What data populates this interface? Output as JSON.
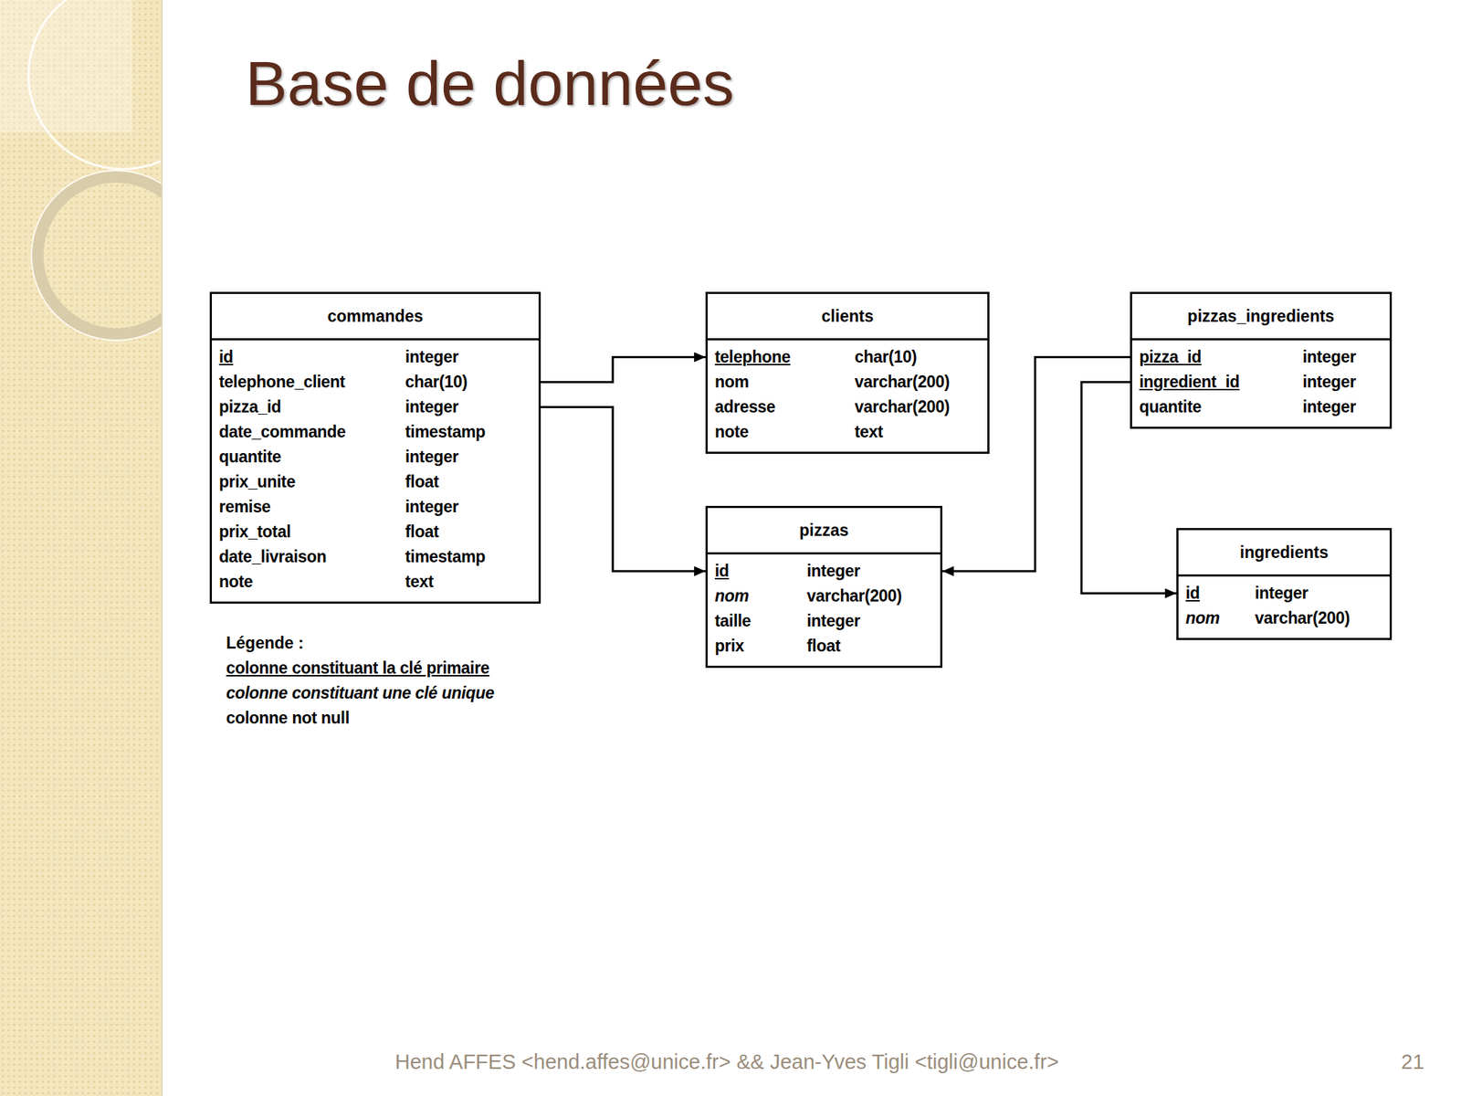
{
  "diagram": {
    "title": "Base de données",
    "nodes": [
      {
        "text": [
          "commandes",
          "id",
          "integer",
          "telephone_client",
          "char(10)",
          "pizza_id",
          "integer",
          "date_commande",
          "timestamp",
          "quantite",
          "integer",
          "prix_unite",
          "float",
          "remise",
          "integer",
          "prix_total",
          "float",
          "date_livraison",
          "timestamp",
          "note",
          "text"
        ]
      },
      {
        "text": [
          "clients",
          "telephone",
          "char(10)",
          "nom",
          "varchar(200)",
          "adresse",
          "varchar(200)",
          "note",
          "text"
        ]
      },
      {
        "text": [
          "pizzas_ingredients",
          "pizza_id",
          "integer",
          "ingredient_id",
          "integer",
          "quantite",
          "integer"
        ]
      },
      {
        "text": [
          "pizzas",
          "id",
          "integer",
          "nom",
          "varchar(200)",
          "taille",
          "integer",
          "prix",
          "float"
        ]
      },
      {
        "text": [
          "ingredients",
          "id",
          "integer",
          "nom",
          "varchar(200)"
        ]
      }
    ],
    "edges": [
      {
        "from": 0,
        "to": 1,
        "arrow": "to"
      },
      {
        "from": 0,
        "to": 3,
        "arrow": "to"
      },
      {
        "from": 2,
        "to": 3,
        "arrow": "to"
      },
      {
        "from": 2,
        "to": 4,
        "arrow": "to"
      }
    ],
    "labels": [
      "Légende :",
      "Hend AFFES <hend.affes@unice.fr> && Jean-Yves Tigli <tigli@unice.fr>",
      "21"
    ],
    "legend": [
      {
        "text": "colonne constituant la clé primaire"
      },
      {
        "text": "colonne constituant une clé unique"
      },
      {
        "text": "colonne not null"
      }
    ]
  }
}
